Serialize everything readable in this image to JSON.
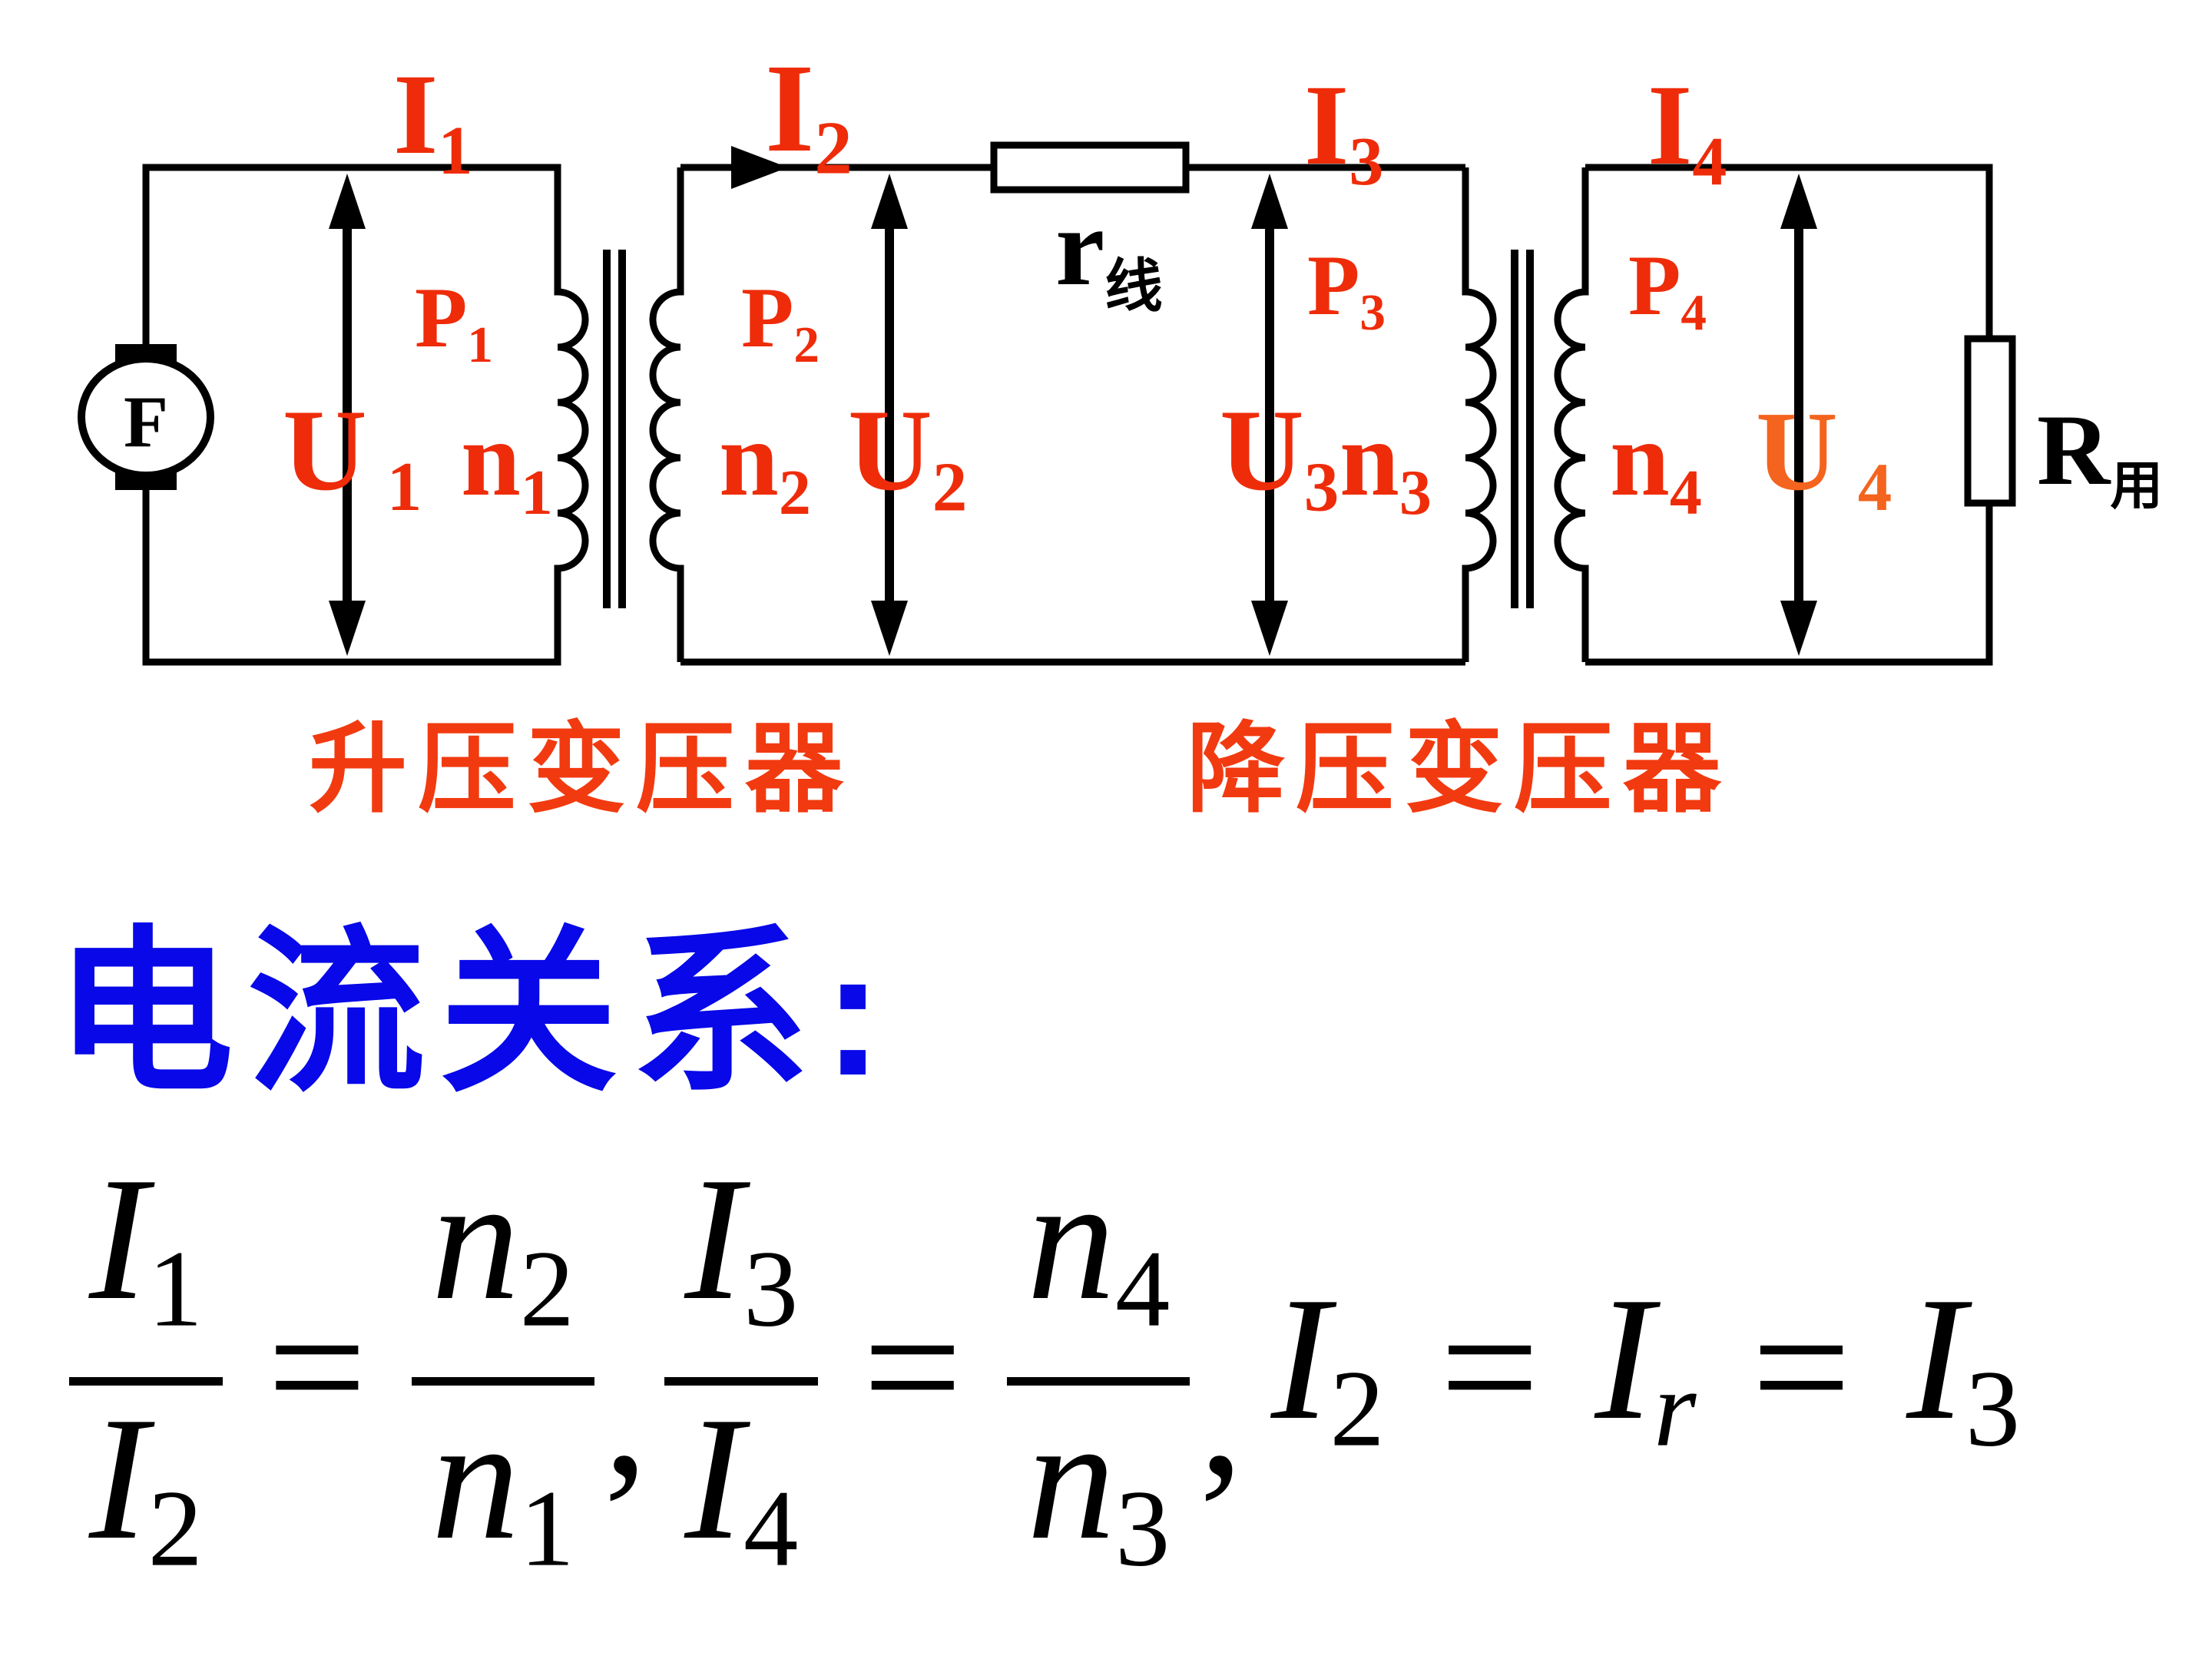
{
  "colors": {
    "label_red": "#ee2c0a",
    "label_orange": "#f4641e",
    "caption_red": "#f23a10",
    "heading_blue": "#0808e8",
    "ink": "#000000"
  },
  "circuit": {
    "generator": {
      "label": "F"
    },
    "line_resistor": {
      "base": "r",
      "sub": "线"
    },
    "load_resistor": {
      "base": "R",
      "sub": "用"
    },
    "labels": {
      "i1": {
        "base": "I",
        "sub": "1"
      },
      "i2": {
        "base": "I",
        "sub": "2"
      },
      "i3": {
        "base": "I",
        "sub": "3"
      },
      "i4": {
        "base": "I",
        "sub": "4"
      },
      "p1": {
        "base": "P",
        "sub": "1"
      },
      "p2": {
        "base": "P",
        "sub": "2"
      },
      "p3": {
        "base": "P",
        "sub": "3"
      },
      "p4": {
        "base": "P",
        "sub": "4"
      },
      "u1": {
        "base": "U",
        "sub": "1"
      },
      "u2": {
        "base": "U",
        "sub": "2"
      },
      "u3": {
        "base": "U",
        "sub": "3"
      },
      "u4": {
        "base": "U",
        "sub": "4"
      },
      "n1": {
        "base": "n",
        "sub": "1"
      },
      "n2": {
        "base": "n",
        "sub": "2"
      },
      "n3": {
        "base": "n",
        "sub": "3"
      },
      "n4": {
        "base": "n",
        "sub": "4"
      }
    }
  },
  "captions": {
    "step_up": "升压变压器",
    "step_down": "降压变压器"
  },
  "heading": "电流关系:",
  "formula": {
    "equals": "=",
    "comma": ",",
    "frac_i12": {
      "num": {
        "base": "I",
        "sub": "1"
      },
      "den": {
        "base": "I",
        "sub": "2"
      }
    },
    "frac_n21": {
      "num": {
        "base": "n",
        "sub": "2"
      },
      "den": {
        "base": "n",
        "sub": "1"
      }
    },
    "frac_i34": {
      "num": {
        "base": "I",
        "sub": "3"
      },
      "den": {
        "base": "I",
        "sub": "4"
      }
    },
    "frac_n43": {
      "num": {
        "base": "n",
        "sub": "4"
      },
      "den": {
        "base": "n",
        "sub": "3"
      }
    },
    "terms": {
      "i2": {
        "base": "I",
        "sub": "2"
      },
      "ir": {
        "base": "I",
        "sub": "r"
      },
      "i3": {
        "base": "I",
        "sub": "3"
      }
    }
  }
}
